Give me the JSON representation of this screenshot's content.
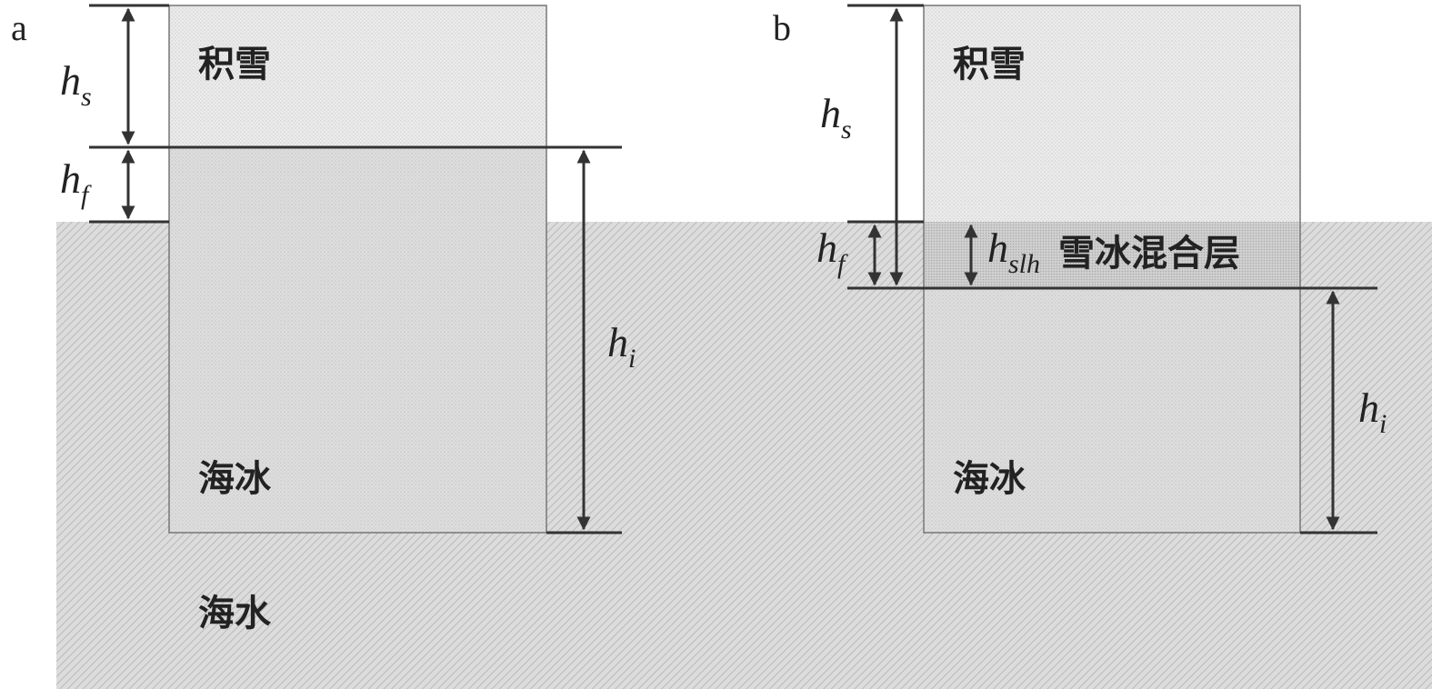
{
  "panels": {
    "a": {
      "letter": "a",
      "snow_label": "积雪",
      "ice_label": "海冰",
      "water_label": "海水",
      "hs": {
        "base": "h",
        "sub": "s"
      },
      "hf": {
        "base": "h",
        "sub": "f"
      },
      "hi": {
        "base": "h",
        "sub": "i"
      }
    },
    "b": {
      "letter": "b",
      "snow_label": "积雪",
      "ice_label": "海冰",
      "mix_label": "雪冰混合层",
      "hs": {
        "base": "h",
        "sub": "s"
      },
      "hf": {
        "base": "h",
        "sub": "f"
      },
      "hslh": {
        "base": "h",
        "sub": "slh"
      },
      "hi": {
        "base": "h",
        "sub": "i"
      }
    }
  },
  "colors": {
    "water": "#d6d6d6",
    "snow": "#e9e9e9",
    "ice": "#dcdcdc",
    "mix": "#cbcbcb",
    "lines": "#333333"
  }
}
